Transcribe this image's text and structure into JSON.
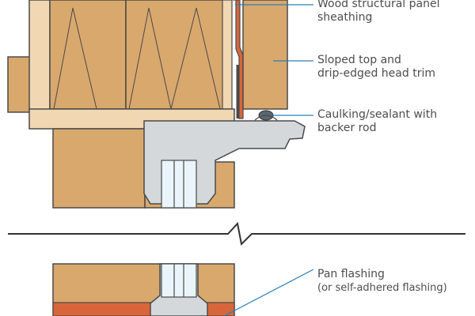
{
  "callouts": [
    {
      "id": "sheathing",
      "lines": [
        "Wood structural panel",
        "sheathing"
      ]
    },
    {
      "id": "head-trim",
      "lines": [
        "Sloped top and",
        "drip-edged head trim"
      ]
    },
    {
      "id": "caulking",
      "lines": [
        "Caulking/sealant with",
        "backer rod"
      ]
    },
    {
      "id": "pan-flashing",
      "lines": [
        "Pan flashing",
        "(or self-adhered flashing)"
      ]
    }
  ],
  "colors": {
    "wood": "#d9a86d",
    "wood_light": "#f1d7b2",
    "frame_stroke": "#4a4a4a",
    "flashing": "#d8663a",
    "sill_gray": "#d4d8db",
    "glass": "#eaf5fb",
    "leader_line": "#2b7fb8",
    "label_text": "#4d4d4d"
  }
}
